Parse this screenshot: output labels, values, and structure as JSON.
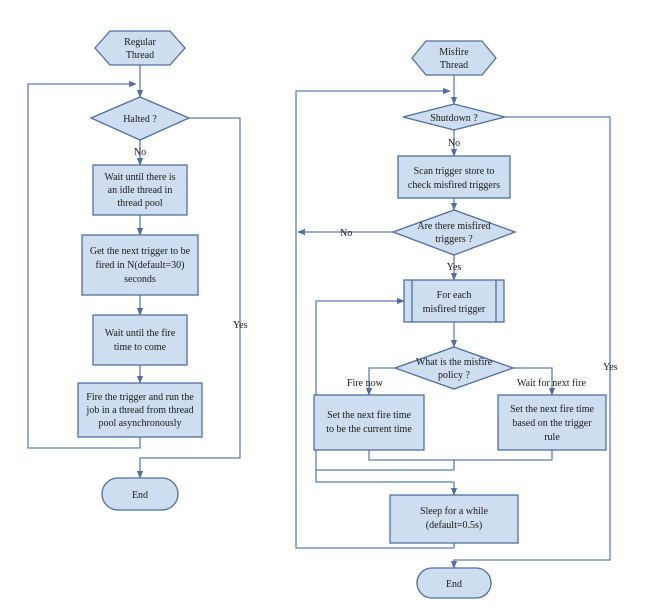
{
  "regular": {
    "start": [
      "Regular",
      "Thread"
    ],
    "halted": "Halted ?",
    "no": "No",
    "wait_idle": [
      "Wait until there is",
      "an idle thread in",
      "thread pool"
    ],
    "get_next": [
      "Get the next trigger to be",
      "fired in N(default=30)",
      "seconds"
    ],
    "wait_fire": [
      "Wait until the fire",
      "time to come"
    ],
    "fire": [
      "Fire the trigger and run the",
      "job in a thread from thread",
      "pool asynchronously"
    ],
    "yes": "Yes",
    "end": "End"
  },
  "misfire": {
    "start": [
      "Misfire",
      "Thread"
    ],
    "shutdown": "Shutdown ?",
    "no1": "No",
    "scan": [
      "Scan trigger store to",
      "check misfired triggers"
    ],
    "are_there": [
      "Are there misfired",
      "triggers ?"
    ],
    "no2": "No",
    "yes1": "Yes",
    "for_each": [
      "For each",
      "misfired trigger"
    ],
    "policy": [
      "What is the misfire",
      "policy ?"
    ],
    "fire_now": "Fire now",
    "wait_next": "Wait for next fire",
    "set_current": [
      "Set the next fire time",
      "to be the current time"
    ],
    "set_rule": [
      "Set the next fire time",
      "based on the trigger",
      "rule"
    ],
    "sleep": [
      "Sleep for a while",
      "(default=0.5s)"
    ],
    "yes2": "Yes",
    "end": "End"
  }
}
